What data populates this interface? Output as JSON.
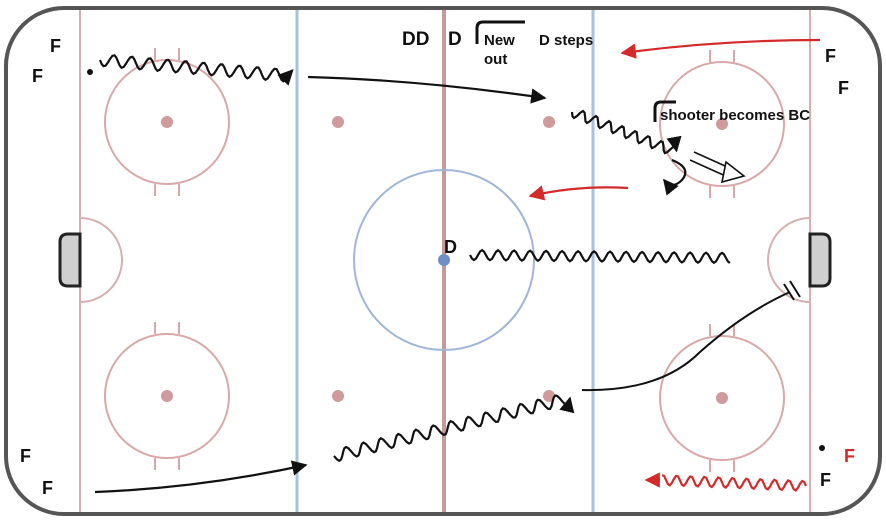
{
  "diagram": {
    "players": {
      "f_top_left_1": "F",
      "f_top_left_2": "F",
      "f_bottom_left_1": "F",
      "f_bottom_left_2": "F",
      "f_top_right_1": "F",
      "f_top_right_2": "F",
      "f_bottom_right_red": "F",
      "f_bottom_right_black": "F",
      "d_top_1": "DD",
      "d_top_2": "D",
      "d_center": "D"
    },
    "annotations": {
      "new_out_line1": "New",
      "new_out_line2": "out",
      "d_steps": "D steps",
      "shooter": "shooter becomes BC"
    },
    "colors": {
      "board": "#555555",
      "red_line": "#c79a9a",
      "blue_line": "#a9c2dc",
      "faceoff": "#d9a8a8",
      "dot": "#cf9b9b",
      "center_circle": "#9fb6d8",
      "center_dot": "#6f8fc7",
      "net": "#cfcfcf",
      "path_black": "#111111",
      "path_red": "#d42a2a"
    }
  }
}
